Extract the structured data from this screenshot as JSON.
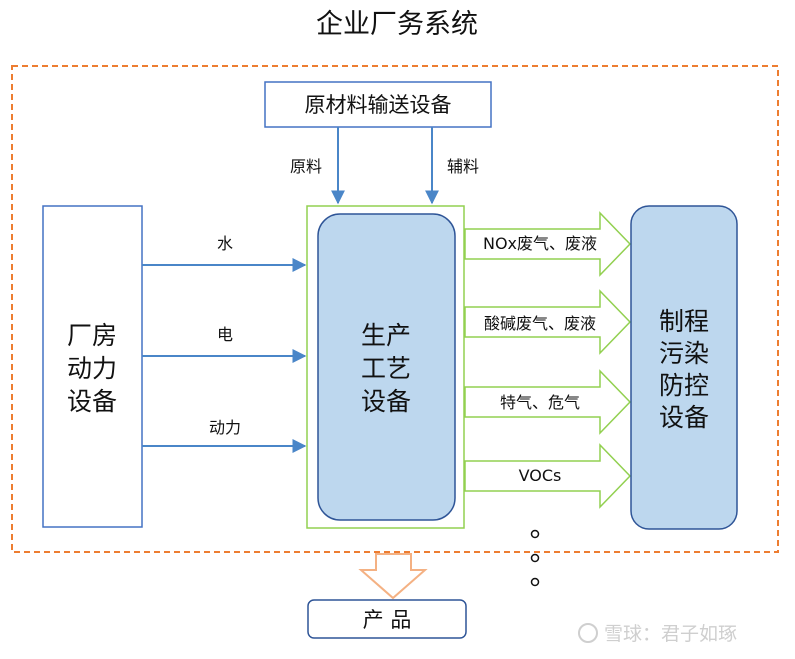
{
  "title": "企业厂务系统",
  "boxes": {
    "raw_material": "原材料输送设备",
    "facility": [
      "厂房",
      "动力",
      "设备"
    ],
    "process": [
      "生产",
      "工艺",
      "设备"
    ],
    "pollution": [
      "制程",
      "污染",
      "防控",
      "设备"
    ],
    "product": "产 品"
  },
  "inputs": {
    "raw": "原料",
    "aux": "辅料",
    "water": "水",
    "electric": "电",
    "power": "动力"
  },
  "outputs": [
    "NOx废气、废液",
    "酸碱废气、废液",
    "特气、危气",
    "VOCs"
  ],
  "watermark": "雪球：君子如琢",
  "colors": {
    "boundary": "#ED7D31",
    "box_border": "#4472C4",
    "rounded_fill": "#BDD7EE",
    "rounded_border": "#2F5597",
    "arrow_blue": "#4A86C8",
    "green_border": "#92D050",
    "orange_arrow": "#F4B183"
  }
}
